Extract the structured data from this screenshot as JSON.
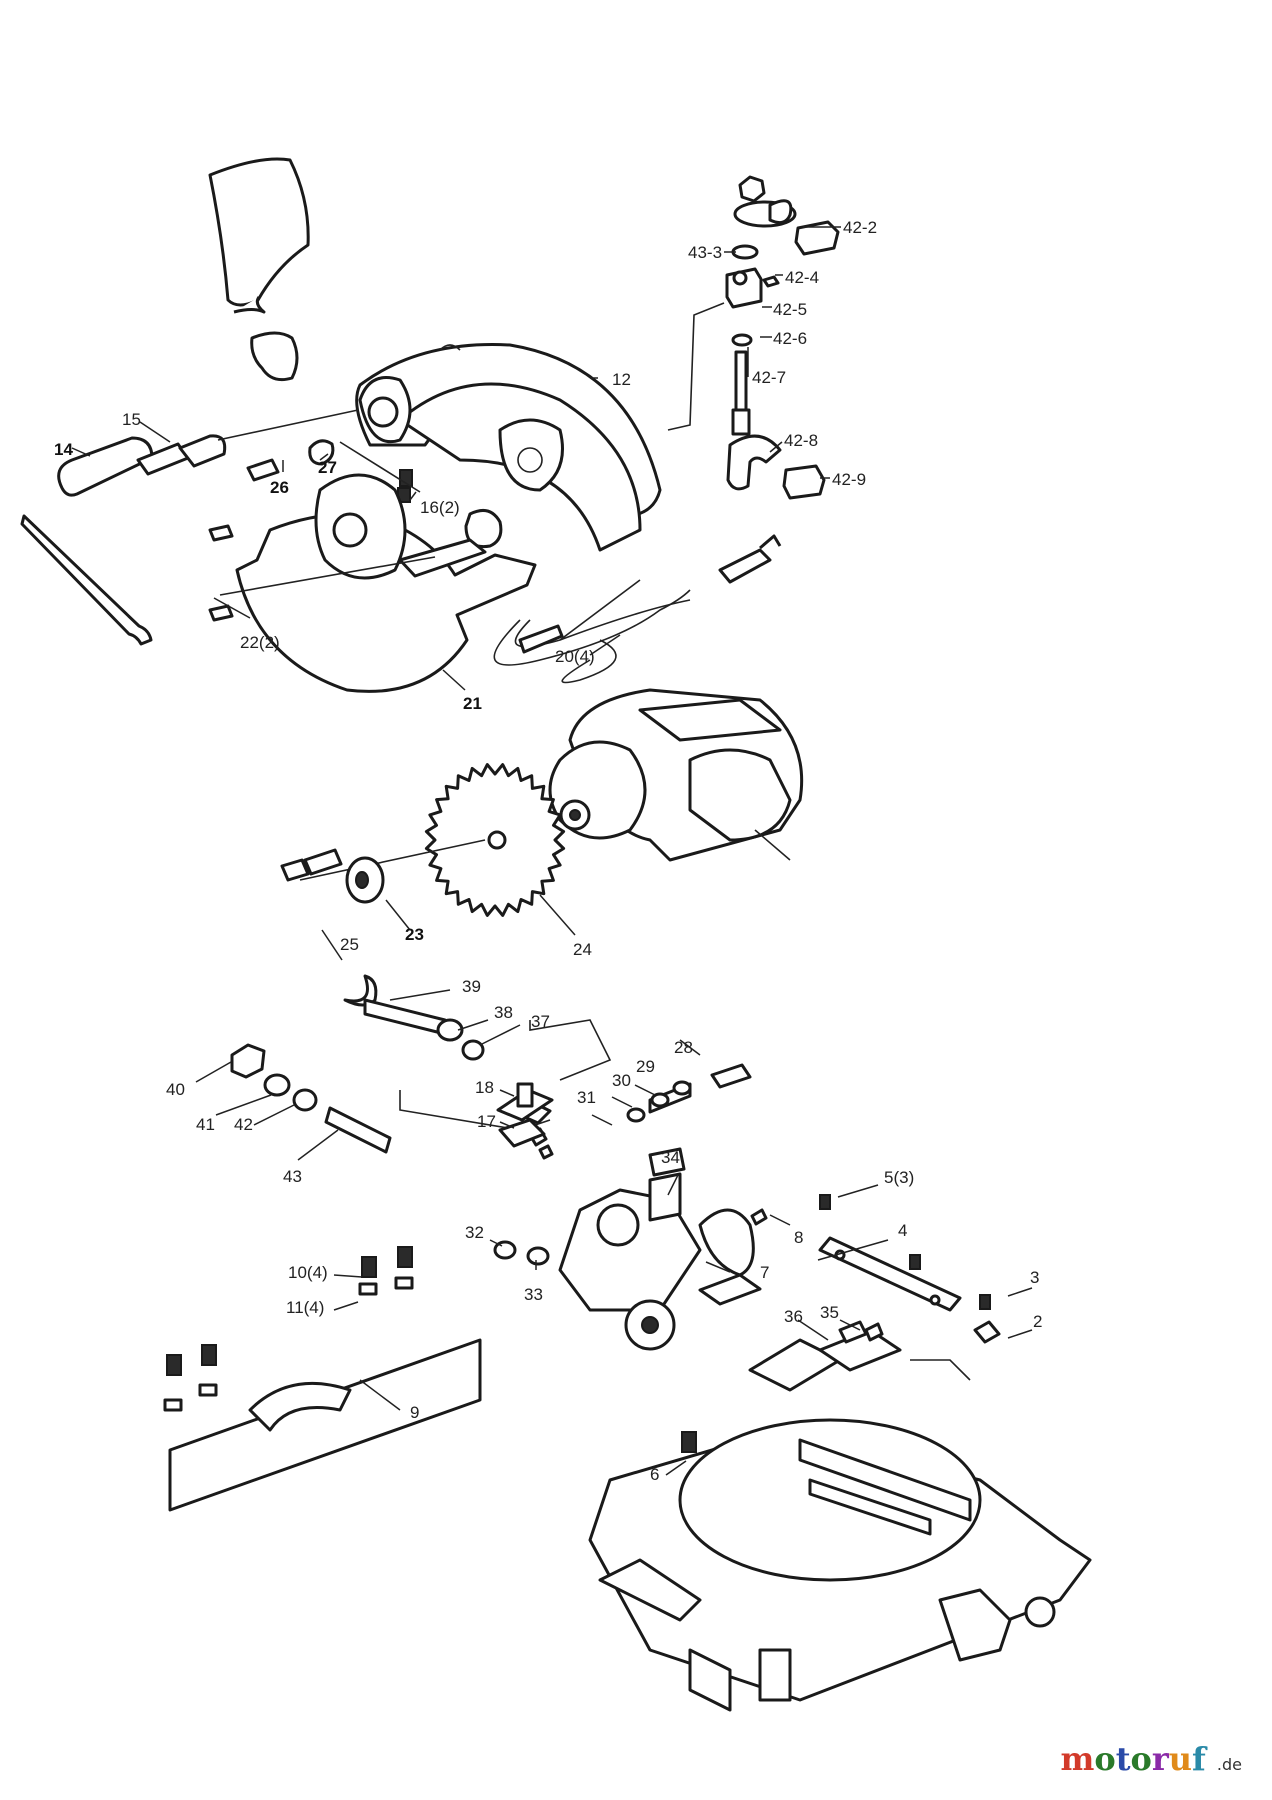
{
  "watermark": {
    "name": "motoruf",
    "tld": ".de"
  },
  "labels": [
    {
      "id": "42-2",
      "text": "42-2"
    },
    {
      "id": "43-3",
      "text": "43-3"
    },
    {
      "id": "42-4",
      "text": "42-4"
    },
    {
      "id": "42-5",
      "text": "42-5"
    },
    {
      "id": "42-6",
      "text": "42-6"
    },
    {
      "id": "42-7",
      "text": "42-7"
    },
    {
      "id": "42-8",
      "text": "42-8"
    },
    {
      "id": "42-9",
      "text": "42-9"
    },
    {
      "id": "12",
      "text": "12"
    },
    {
      "id": "15",
      "text": "15"
    },
    {
      "id": "14",
      "text": "14"
    },
    {
      "id": "26",
      "text": "26"
    },
    {
      "id": "27",
      "text": "27"
    },
    {
      "id": "16",
      "text": "16(2)"
    },
    {
      "id": "22",
      "text": "22(2)"
    },
    {
      "id": "21",
      "text": "21"
    },
    {
      "id": "20",
      "text": "20(4)"
    },
    {
      "id": "25",
      "text": "25"
    },
    {
      "id": "23",
      "text": "23"
    },
    {
      "id": "24",
      "text": "24"
    },
    {
      "id": "39",
      "text": "39"
    },
    {
      "id": "38",
      "text": "38"
    },
    {
      "id": "37",
      "text": "37"
    },
    {
      "id": "28",
      "text": "28"
    },
    {
      "id": "29",
      "text": "29"
    },
    {
      "id": "30",
      "text": "30"
    },
    {
      "id": "31",
      "text": "31"
    },
    {
      "id": "18",
      "text": "18"
    },
    {
      "id": "17",
      "text": "17"
    },
    {
      "id": "40",
      "text": "40"
    },
    {
      "id": "41",
      "text": "41"
    },
    {
      "id": "42",
      "text": "42"
    },
    {
      "id": "43",
      "text": "43"
    },
    {
      "id": "34",
      "text": "34"
    },
    {
      "id": "5",
      "text": "5(3)"
    },
    {
      "id": "4",
      "text": "4"
    },
    {
      "id": "8",
      "text": "8"
    },
    {
      "id": "32",
      "text": "32"
    },
    {
      "id": "33",
      "text": "33"
    },
    {
      "id": "7",
      "text": "7"
    },
    {
      "id": "3",
      "text": "3"
    },
    {
      "id": "10",
      "text": "10(4)"
    },
    {
      "id": "11",
      "text": "11(4)"
    },
    {
      "id": "36",
      "text": "36"
    },
    {
      "id": "35",
      "text": "35"
    },
    {
      "id": "2",
      "text": "2"
    },
    {
      "id": "9",
      "text": "9"
    },
    {
      "id": "6",
      "text": "6"
    }
  ]
}
